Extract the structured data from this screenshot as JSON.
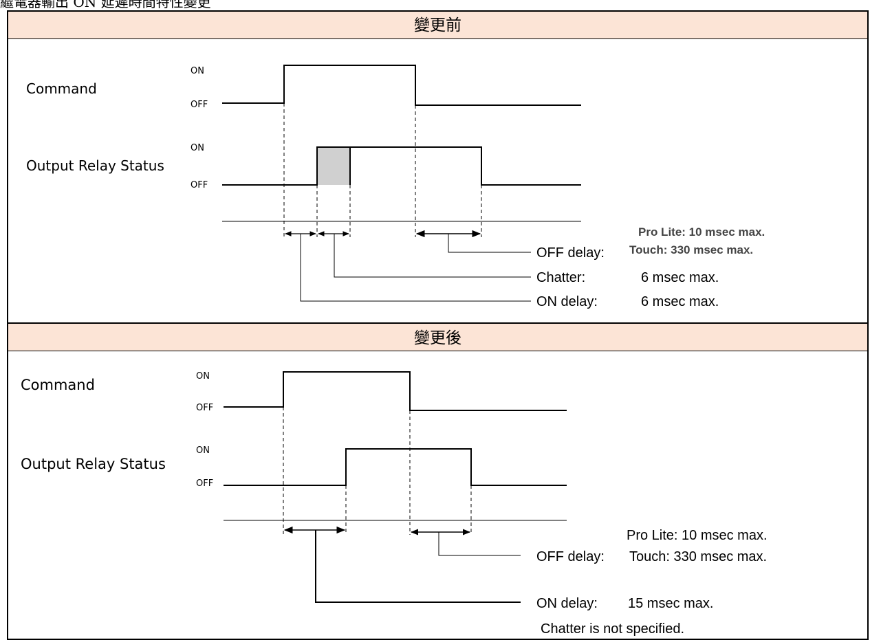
{
  "page": {
    "top_title": "繼電器輸出 ON 延遲時間特性變更"
  },
  "before": {
    "header": "變更前",
    "signal_command": "Command",
    "signal_output": "Output Relay Status",
    "level_on": "ON",
    "level_off": "OFF",
    "spec_pro_lite": "Pro Lite: 10 msec max.",
    "spec_touch": "Touch: 330 msec max.",
    "label_off_delay": "OFF delay:",
    "label_chatter": "Chatter:",
    "value_chatter": "6 msec max.",
    "label_on_delay": "ON delay:",
    "value_on_delay": "6 msec max."
  },
  "after": {
    "header": "變更後",
    "signal_command": "Command",
    "signal_output": "Output Relay Status",
    "level_on": "ON",
    "level_off": "OFF",
    "spec_pro_lite": "Pro Lite: 10 msec max.",
    "label_off_delay": "OFF delay:",
    "spec_touch": "Touch: 330 msec max.",
    "label_on_delay": "ON delay:",
    "value_on_delay": "15 msec max.",
    "note_chatter": "Chatter is not specified."
  },
  "colors": {
    "header_bg": "#fce4d6",
    "chatter_fill": "#d0d0d0",
    "line": "#000000",
    "bold_label": "#444444"
  }
}
